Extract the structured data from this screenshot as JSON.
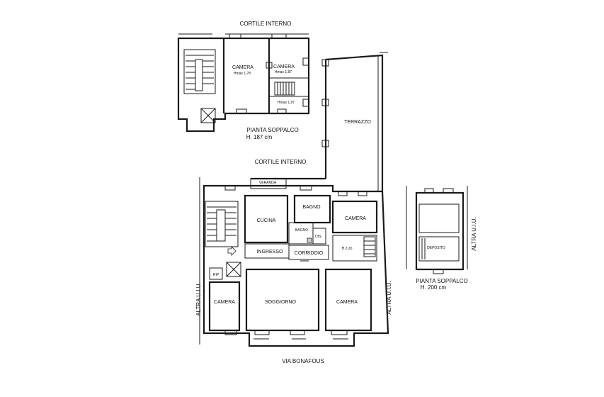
{
  "labels": {
    "cortile_top": "CORTILE INTERNO",
    "cortile_mid": "CORTILE INTERNO",
    "camera_1": "CAMERA",
    "hmax_1": "Hmax 1,78",
    "camera_2": "CAMERA",
    "hmax_2": "Hmax 1,87",
    "hmax_3": "Hmax 1,87",
    "soppalco_1_title": "PIANTA SOPPALCO",
    "soppalco_1_height": "H. 187 cm",
    "terrazzo": "TERRAZZO",
    "veranda": "VERANDA",
    "cucina": "CUCINA",
    "bagno_1": "BAGNO",
    "bagno_2": "BAGNO",
    "dis": "DIS.",
    "camera_3": "CAMERA",
    "h220": "H 2.20",
    "ingresso": "INGRESSO",
    "corridoio": "CORRIDOIO",
    "rip": "RIP",
    "camera_4": "CAMERA",
    "soggiorno": "SOGGIORNO",
    "camera_5": "CAMERA",
    "altra_uiu_left": "ALTRA U.I.U.",
    "altra_uiu_mid": "ALTRA U.I.U.",
    "deposito": "DEPOSITO",
    "altra_uiu_right": "ALTRA U.I.U.",
    "soppalco_2_title": "PIANTA SOPPALCO",
    "soppalco_2_height": "H. 200 cm",
    "via": "VIA BONAFOUS"
  }
}
